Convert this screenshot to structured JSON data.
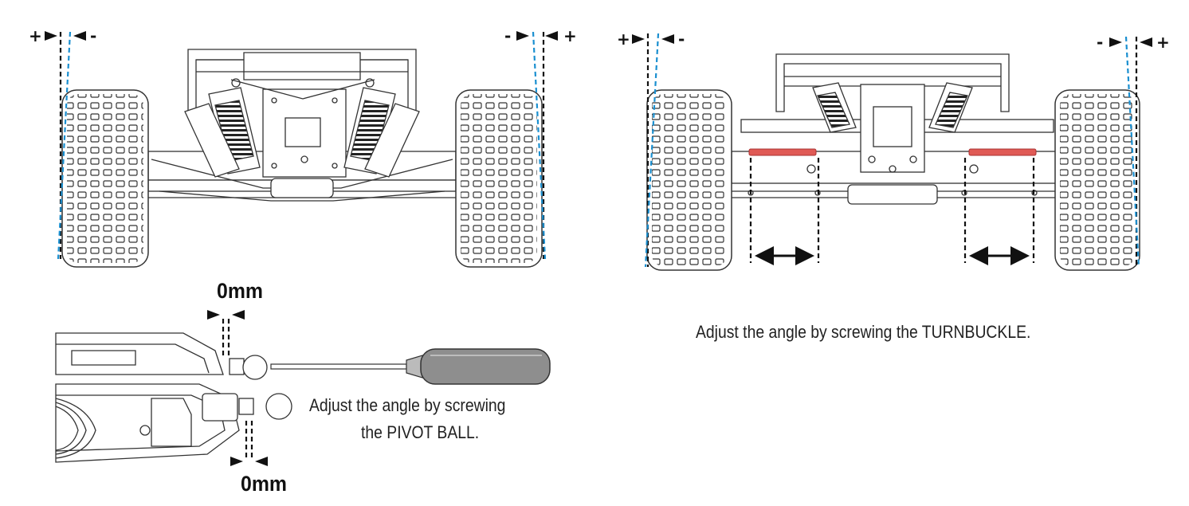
{
  "colors": {
    "line": "#111111",
    "camber_reference": "#1a8fd0",
    "turnbuckle": "#e05a55",
    "handle": "#8e8e8e"
  },
  "front_view": {
    "left_markers": {
      "plus": "+",
      "minus": "-"
    },
    "right_markers": {
      "minus": "-",
      "plus": "+"
    }
  },
  "rear_view": {
    "left_markers": {
      "plus": "+",
      "minus": "-"
    },
    "right_markers": {
      "minus": "-",
      "plus": "+"
    },
    "caption": "Adjust the angle by screwing the TURNBUCKLE."
  },
  "pivot_detail": {
    "top_gap": "0mm",
    "bottom_gap": "0mm",
    "caption_line1": "Adjust the angle by screwing",
    "caption_line2": "the PIVOT BALL."
  }
}
